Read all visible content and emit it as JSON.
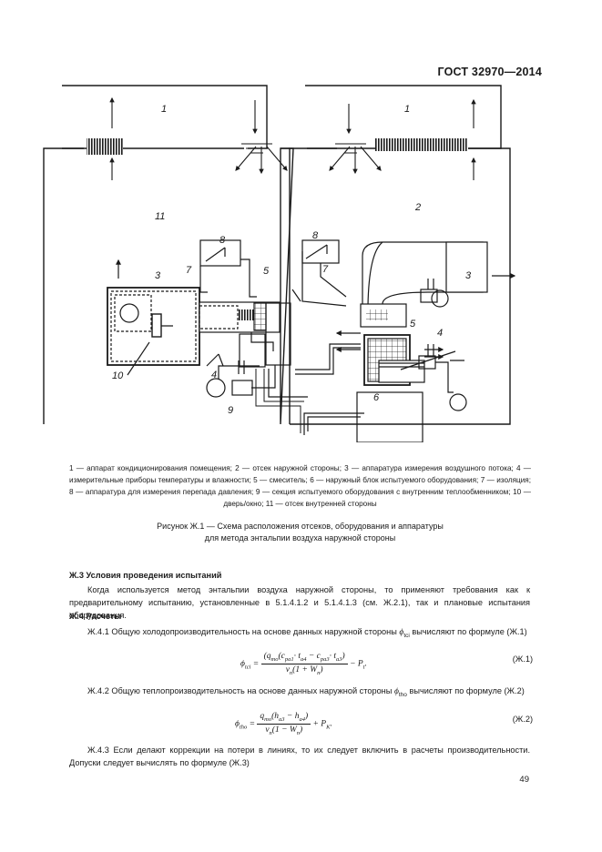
{
  "header": {
    "standard": "ГОСТ 32970—2014"
  },
  "figure": {
    "labels": {
      "n1_left": "1",
      "n1_right": "1",
      "n11": "11",
      "n2": "2",
      "n3_left": "3",
      "n3_right": "3",
      "n7_left": "7",
      "n7_right": "7",
      "n5_left": "5",
      "n5_right": "5",
      "n8_left": "8",
      "n8_right": "8",
      "n4_left": "4",
      "n4_right": "4",
      "n10": "10",
      "n9": "9",
      "n6": "6"
    },
    "legend": "1 — аппарат кондиционирования помещения; 2 — отсек наружной стороны; 3 — аппаратура измерения воздушного потока; 4 — измерительные приборы температуры и влажности; 5 — смеситель; 6 — наружный блок испытуемого оборудования; 7 — изоляция; 8 — аппаратура для измерения перепада давления; 9 — секция испытуемого оборудования с внутренним теплообменником; 10 — дверь/окно; 11 — отсек внутренней стороны",
    "caption_line1": "Рисунок  Ж.1 — Схема расположения отсеков, оборудования и аппаратуры",
    "caption_line2": "для метода энтальпии воздуха наружной стороны"
  },
  "sections": {
    "s3_title": "Ж.3  Условия проведения испытаний",
    "s3_text": "Когда используется метод энтальпии воздуха наружной стороны, то применяют требования как к предварительному испытанию, установленные в 5.1.4.1.2 и 5.1.4.1.3 (см. Ж.2.1), так и плановые испытания оборудования.",
    "s4_title": "Ж.4  Расчеты",
    "p41_a": "Ж.4.1  Общую холодопроизводительность на основе данных наружной стороны",
    "p41_sym": "ϕ",
    "p41_sub": "tci",
    "p41_b": "вычисляют по формуле (Ж.1)",
    "p42_a": "Ж.4.2  Общую теплопроизводительность на основе данных наружной стороны",
    "p42_sym": "ϕ",
    "p42_sub": "tho",
    "p42_b": "вычисляют по формуле (Ж.2)",
    "p43": "Ж.4.3  Если делают коррекции на потери в линиях, то их следует включить в расчеты производительности. Допуски следует вычислять по формуле (Ж.3)"
  },
  "formulas": {
    "f1": {
      "lhs": "ϕ",
      "lhs_sub": "tci",
      "eq": "=",
      "num": "(q",
      "num_sub1": "mo",
      "num_b": "(c",
      "num_sub2": "pa1",
      "num_c": "· t",
      "num_sub3": "a4",
      "num_d": "− c",
      "num_sub4": "pa3",
      "num_e": "· t",
      "num_sub5": "a3",
      "num_f": ")",
      "den_a": "v",
      "den_sub": "n",
      "den_b": "(1 + W",
      "den_sub2": "n",
      "den_c": ")",
      "tail": "− P",
      "tail_sub": "t",
      "tail_end": ".",
      "number": "(Ж.1)"
    },
    "f2": {
      "lhs": "ϕ",
      "lhs_sub": "tho",
      "eq": "=",
      "num": "q",
      "num_sub1": "mo",
      "num_b": "(h",
      "num_sub2": "a3",
      "num_c": "− h",
      "num_sub3": "a4",
      "num_d": ")",
      "den_a": "v",
      "den_sub": "n",
      "den_b": "(1 − W",
      "den_sub2": "n",
      "den_c": ")",
      "tail": "+ P",
      "tail_sub": "K",
      "tail_end": ".",
      "number": "(Ж.2)"
    }
  },
  "page_number": "49"
}
